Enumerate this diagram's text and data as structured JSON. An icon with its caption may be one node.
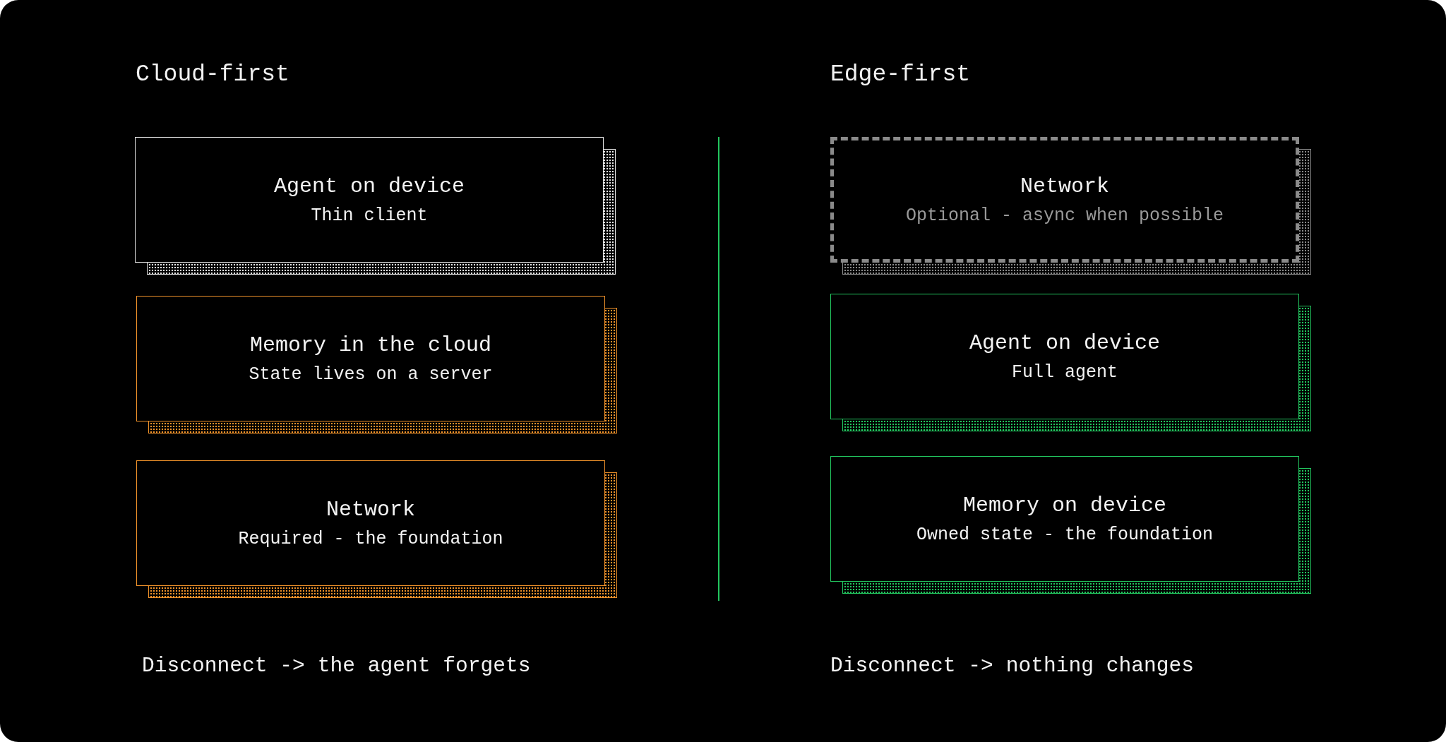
{
  "diagram": {
    "nodes": [
      {
        "text": [
          "Agent on device",
          "Thin client"
        ]
      },
      {
        "text": [
          "Memory in the cloud",
          "State lives on a server"
        ]
      },
      {
        "text": [
          "Network",
          "Required - the foundation"
        ]
      },
      {
        "text": [
          "Network",
          "Optional - async when possible"
        ]
      },
      {
        "text": [
          "Agent on device",
          "Full agent"
        ]
      },
      {
        "text": [
          "Memory on device",
          "Owned state - the foundation"
        ]
      }
    ],
    "labels": [
      "Cloud-first",
      "Edge-first",
      "Disconnect -> the agent forgets",
      "Disconnect -> nothing changes"
    ]
  }
}
